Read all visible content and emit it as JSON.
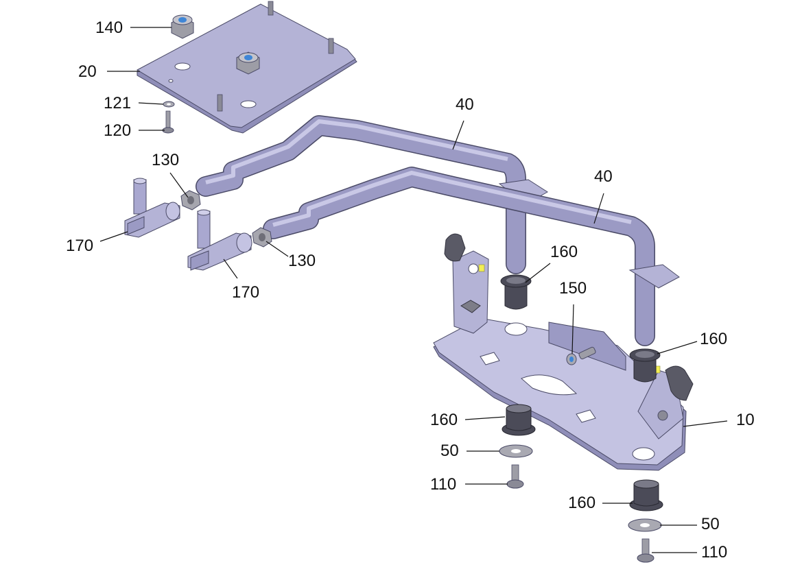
{
  "colors": {
    "part_fill": "#b9b8dc",
    "part_shade": "#8f8eb8",
    "part_dark": "#6d6c93",
    "part_light": "#d8d8ef",
    "edge": "#4a4a66",
    "rubber": "#4b4b58",
    "rubber_light": "#7a7a88",
    "metal": "#b6b6bd",
    "metal_dark": "#77777f",
    "blue_insert": "#3f86d6",
    "yellow_pin": "#f2ee55",
    "leader": "#111111"
  },
  "labels": {
    "l140": "140",
    "l20": "20",
    "l121": "121",
    "l120": "120",
    "l40a": "40",
    "l40b": "40",
    "l130a": "130",
    "l130b": "130",
    "l170a": "170",
    "l170b": "170",
    "l160a": "160",
    "l150": "150",
    "l160b": "160",
    "l10": "10",
    "l160c": "160",
    "l50a": "50",
    "l110a": "110",
    "l160d": "160",
    "l50b": "50",
    "l110b": "110"
  }
}
